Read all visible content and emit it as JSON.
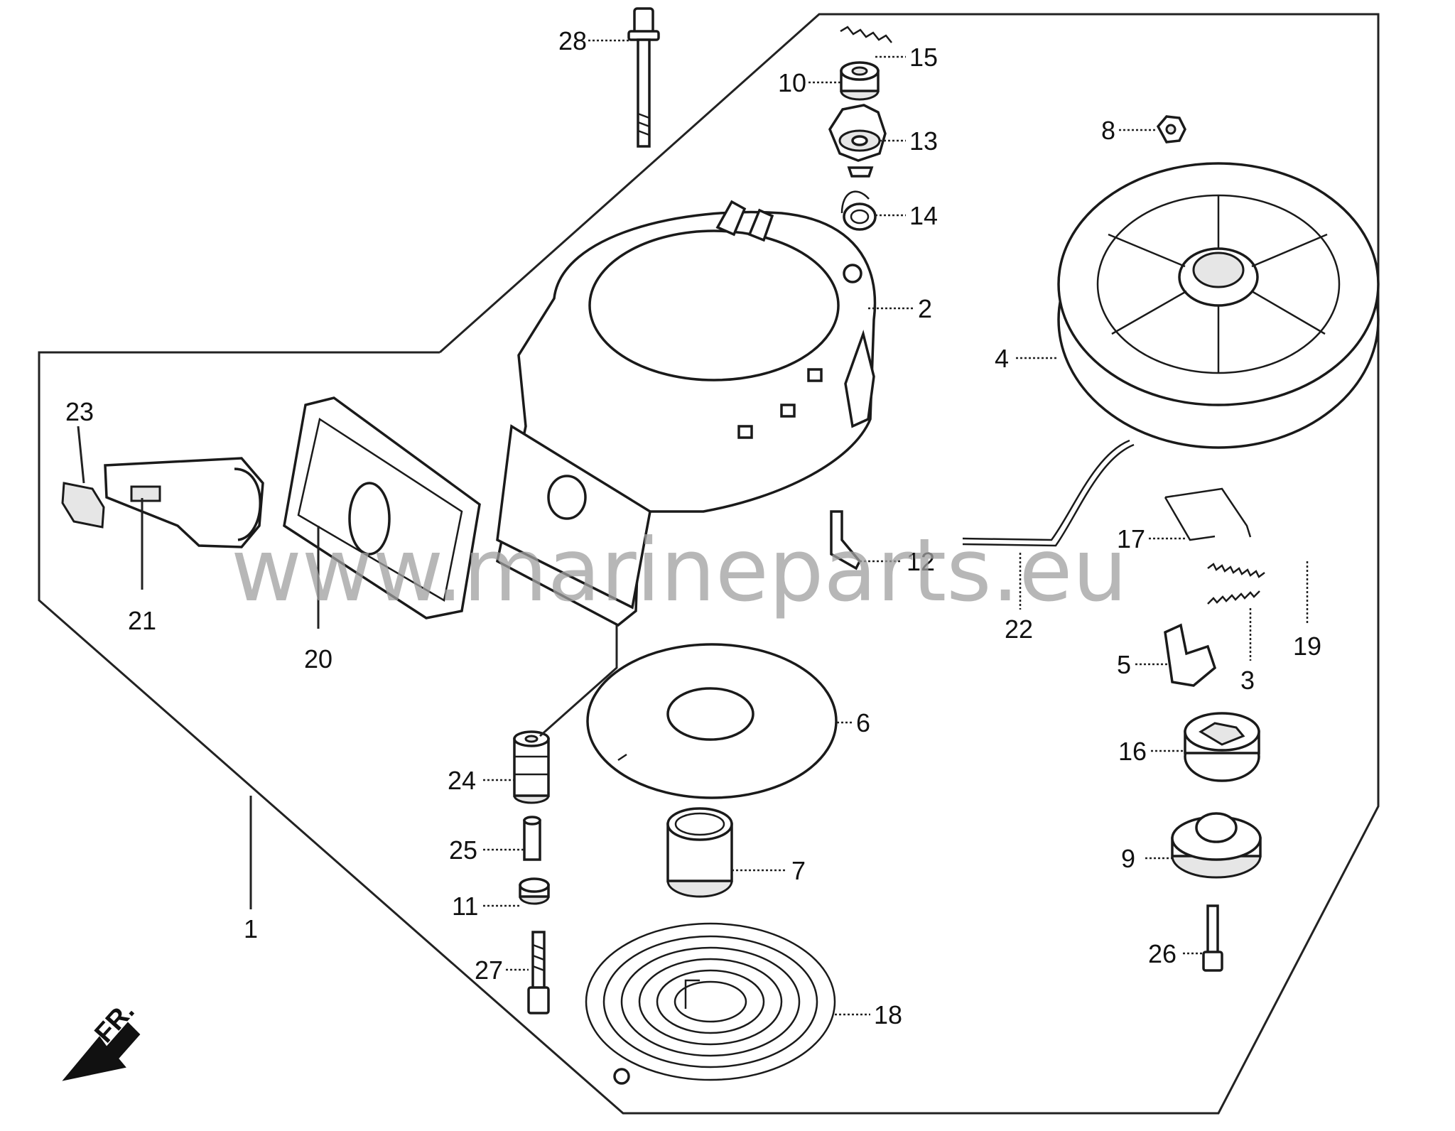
{
  "callouts": [
    {
      "id": "28",
      "label": "28"
    },
    {
      "id": "15",
      "label": "15"
    },
    {
      "id": "10",
      "label": "10"
    },
    {
      "id": "13",
      "label": "13"
    },
    {
      "id": "14",
      "label": "14"
    },
    {
      "id": "8",
      "label": "8"
    },
    {
      "id": "2",
      "label": "2"
    },
    {
      "id": "4",
      "label": "4"
    },
    {
      "id": "23",
      "label": "23"
    },
    {
      "id": "21",
      "label": "21"
    },
    {
      "id": "20",
      "label": "20"
    },
    {
      "id": "12",
      "label": "12"
    },
    {
      "id": "17",
      "label": "17"
    },
    {
      "id": "22",
      "label": "22"
    },
    {
      "id": "19",
      "label": "19"
    },
    {
      "id": "5",
      "label": "5"
    },
    {
      "id": "3",
      "label": "3"
    },
    {
      "id": "6",
      "label": "6"
    },
    {
      "id": "24",
      "label": "24"
    },
    {
      "id": "16",
      "label": "16"
    },
    {
      "id": "25",
      "label": "25"
    },
    {
      "id": "7",
      "label": "7"
    },
    {
      "id": "9",
      "label": "9"
    },
    {
      "id": "11",
      "label": "11"
    },
    {
      "id": "1",
      "label": "1"
    },
    {
      "id": "27",
      "label": "27"
    },
    {
      "id": "26",
      "label": "26"
    },
    {
      "id": "18",
      "label": "18"
    }
  ],
  "watermark": "www.marineparts.eu",
  "front_marker": "FR."
}
